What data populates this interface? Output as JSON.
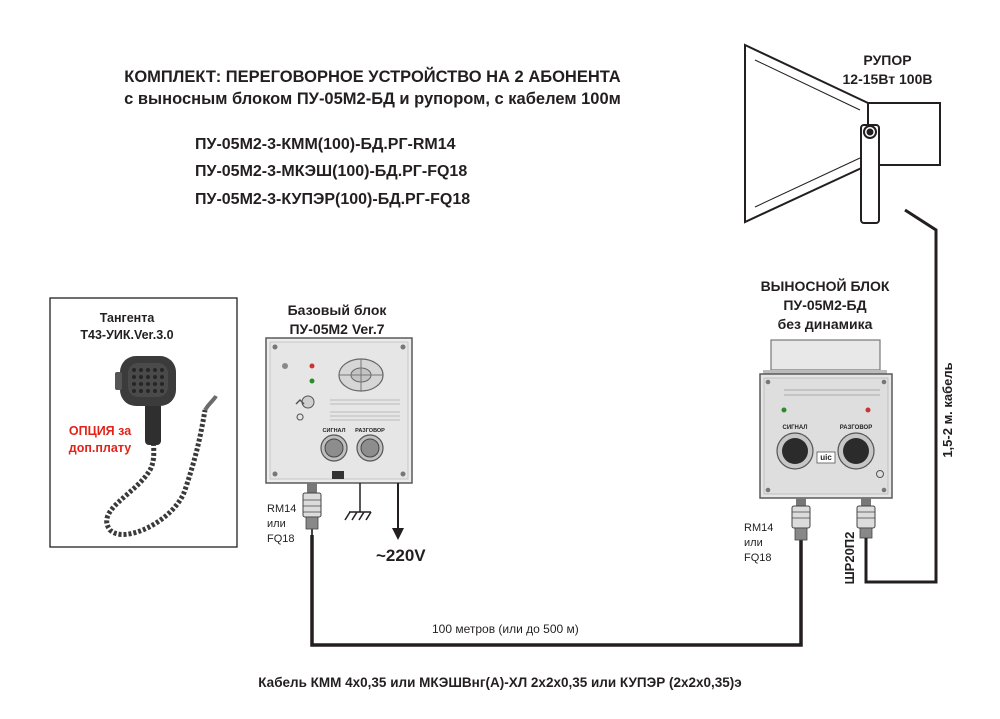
{
  "header": {
    "title_line1": "КОМПЛЕКТ: ПЕРЕГОВОРНОЕ УСТРОЙСТВО НА 2 АБОНЕНТА",
    "title_line2": "с выносным блоком ПУ-05М2-БД и рупором, с кабелем 100м"
  },
  "models": [
    "ПУ-05М2-3-КММ(100)-БД.РГ-RM14",
    "ПУ-05М2-3-МКЭШ(100)-БД.РГ-FQ18",
    "ПУ-05М2-3-КУПЭР(100)-БД.РГ-FQ18"
  ],
  "horn": {
    "line1": "РУПОР",
    "line2": "12-15Вт 100В"
  },
  "remote_unit": {
    "line1": "ВЫНОСНОЙ БЛОК",
    "line2": "ПУ-05М2-БД",
    "line3": "без динамика",
    "signal_label": "СИГНАЛ",
    "talk_label": "РАЗГОВОР",
    "logo": "uic"
  },
  "base_unit": {
    "line1": "Базовый блок",
    "line2": "ПУ-05М2 Ver.7",
    "signal_label": "СИГНАЛ",
    "talk_label": "РАЗГОВОР"
  },
  "tangent": {
    "line1": "Тангента",
    "line2": "Т43-УИК.Ver.3.0",
    "option_line1": "ОПЦИЯ за",
    "option_line2": "доп.плату"
  },
  "connectors": {
    "left": [
      "RM14",
      "или",
      "FQ18"
    ],
    "right": [
      "RM14",
      "или",
      "FQ18"
    ],
    "remote_horn": "ШР20П2"
  },
  "power_label": "~220V",
  "horn_cable_label": "1,5-2 м. кабель",
  "distance_label": "100 метров (или до 500 м)",
  "cable_label": "Кабель КММ 4х0,35 или МКЭШВнг(А)-ХЛ 2х2х0,35 или КУПЭР (2х2х0,35)э",
  "colors": {
    "text": "#231f20",
    "option": "#e2231a",
    "panel": "#ececec",
    "line": "#231f20"
  }
}
